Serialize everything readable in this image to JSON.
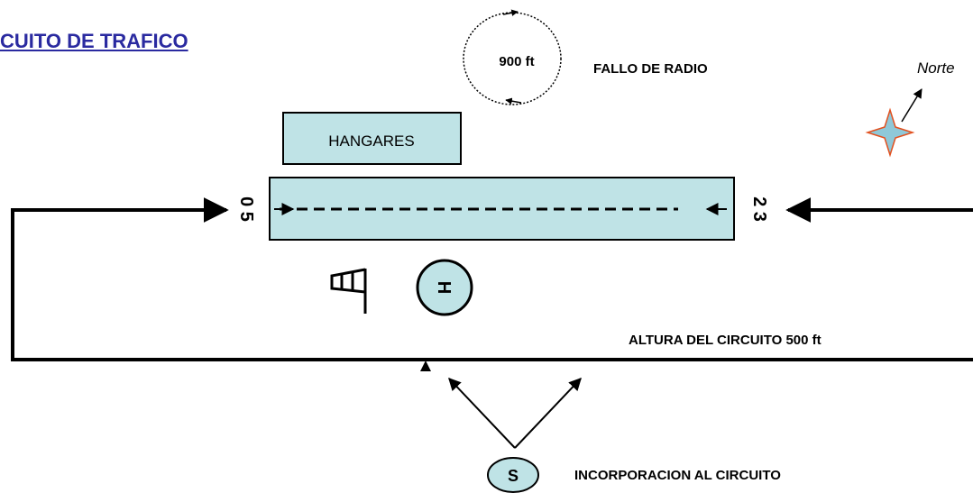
{
  "title": "CUITO DE TRAFICO",
  "labels": {
    "radio_failure_altitude": "900 ft",
    "radio_failure": "FALLO DE RADIO",
    "north": "Norte",
    "hangars": "HANGARES",
    "runway_west_number": "0 5",
    "runway_east_number": "2 3",
    "heliport": "H",
    "circuit_altitude": "ALTURA DEL CIRCUITO 500 ft",
    "joining_point": "S",
    "circuit_joining": "INCORPORACION AL CIRCUITO"
  },
  "colors": {
    "runway_fill": "#bfe3e6",
    "title": "#2a2aa0",
    "north_star_fill": "#8fc8d8",
    "north_star_stroke": "#e2501e",
    "line": "#000000"
  },
  "icons": [
    "windsock-icon",
    "compass-star-icon",
    "holding-loop-icon"
  ]
}
